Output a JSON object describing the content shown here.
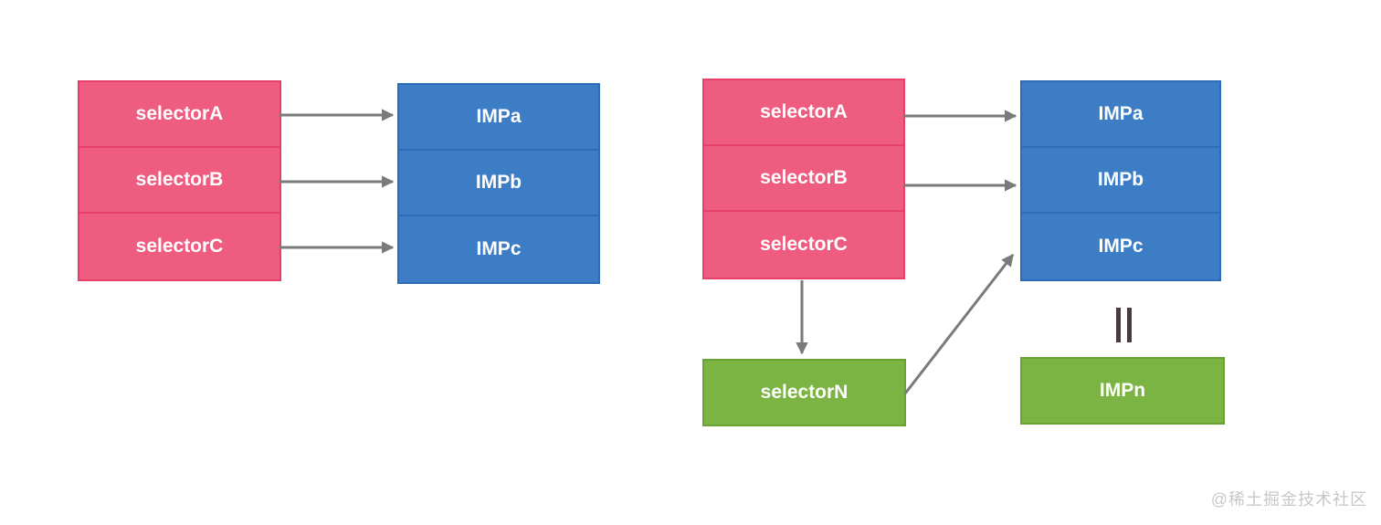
{
  "left_diagram": {
    "selectors": [
      "selectorA",
      "selectorB",
      "selectorC"
    ],
    "imps": [
      "IMPa",
      "IMPb",
      "IMPc"
    ]
  },
  "right_diagram": {
    "selectors": [
      "selectorA",
      "selectorB",
      "selectorC"
    ],
    "imps": [
      "IMPa",
      "IMPb",
      "IMPc"
    ],
    "swizzled_selector": "selectorN",
    "swizzled_imp": "IMPn"
  },
  "icons": {
    "equivalence": "double-vertical-bar"
  },
  "colors": {
    "selector_fill": "#EE5C80",
    "selector_border": "#E4406B",
    "imp_fill": "#3D7DC5",
    "imp_border": "#2A6CB8",
    "swizzle_fill": "#7CB443",
    "swizzle_border": "#68A334",
    "arrow": "#7A7A7A",
    "equivalence_mark": "#473A42",
    "watermark": "#C8C8C8"
  },
  "watermark": "@稀土掘金技术社区"
}
